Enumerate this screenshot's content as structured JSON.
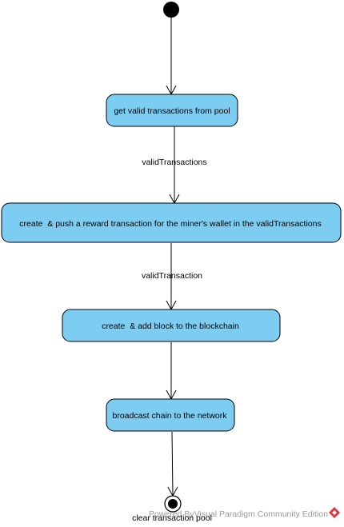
{
  "diagram": {
    "actions": [
      "get valid transactions from pool",
      "create  & push a reward transaction for the miner's wallet in the validTransactions",
      "create  & add block to the blockchain",
      "broadcast chain to the network"
    ],
    "flows": {
      "f1": "validTransactions",
      "f2": "validTransaction"
    },
    "final_node_label": "clear transaction pool",
    "colors": {
      "action_fill": "#7dcdf3",
      "stroke": "#000000"
    }
  },
  "watermark": {
    "text": "Powered ByVisual Paradigm Community Edition",
    "logo_color": "#e0343a"
  }
}
